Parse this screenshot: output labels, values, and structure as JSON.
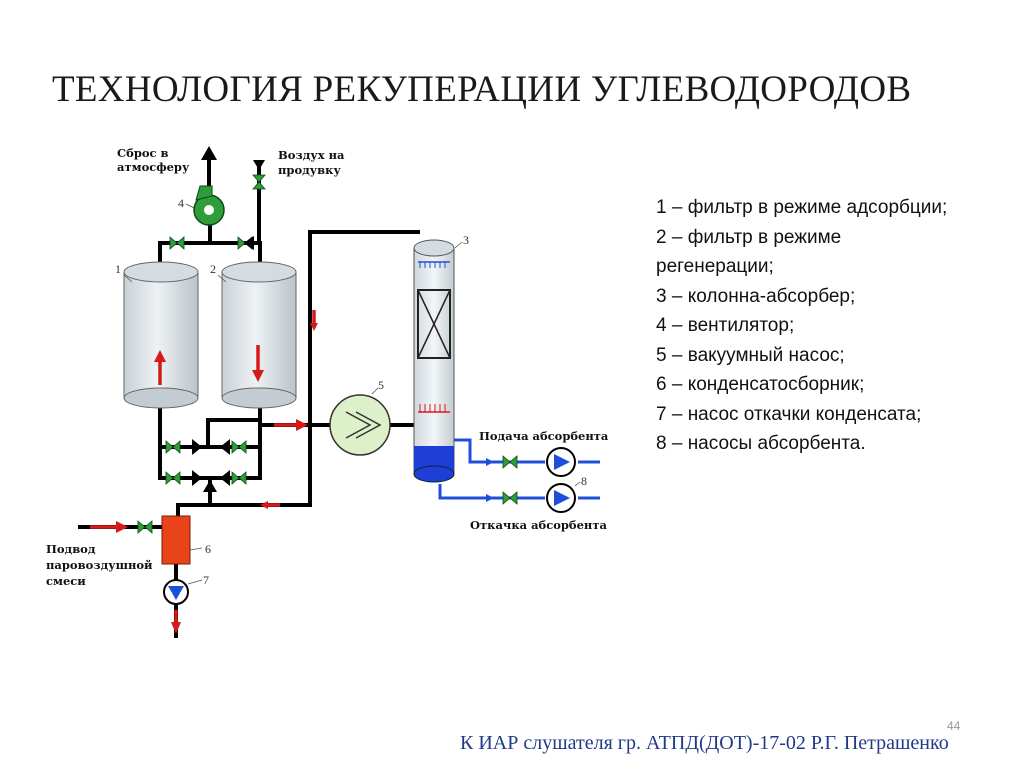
{
  "title": "ТЕХНОЛОГИЯ РЕКУПЕРАЦИИ УГЛЕВОДОРОДОВ",
  "legend": [
    "1 – фильтр в режиме адсорбции;",
    "2 – фильтр в режиме\nрегенерации;",
    "3 – колонна-абсорбер;",
    "4 – вентилятор;",
    "5 – вакуумный насос;",
    "6 – конденсатосборник;",
    "7 – насос откачки конденсата;",
    "8 – насосы абсорбента."
  ],
  "diagram": {
    "labels": {
      "exhaust_line1": "Сброс в",
      "exhaust_line2": "атмосферу",
      "air_line1": "Воздух на",
      "air_line2": "продувку",
      "absorbent_supply": "Подача абсорбента",
      "absorbent_discharge": "Откачка абсорбента",
      "inlet_line1": "Подвод",
      "inlet_line2": "паровоздушной",
      "inlet_line3": "смеси"
    },
    "numbers": {
      "n1": "1",
      "n2": "2",
      "n3": "3",
      "n4": "4",
      "n5": "5",
      "n6": "6",
      "n7": "7",
      "n8": "8"
    }
  },
  "footer": "К ИАР слушателя гр. АТПД(ДОТ)-17-02 Р.Г. Петрашенко",
  "page_number": "44",
  "colors": {
    "pipe": "#000000",
    "valve": "#2f9e3a",
    "flow_arrow": "#d61a1a",
    "absorbent_pipe": "#1f4fd8",
    "vessel_fill": "#dfe6ea",
    "condensate_collector": "#e8431a",
    "footer_text": "#1f3a8a"
  }
}
